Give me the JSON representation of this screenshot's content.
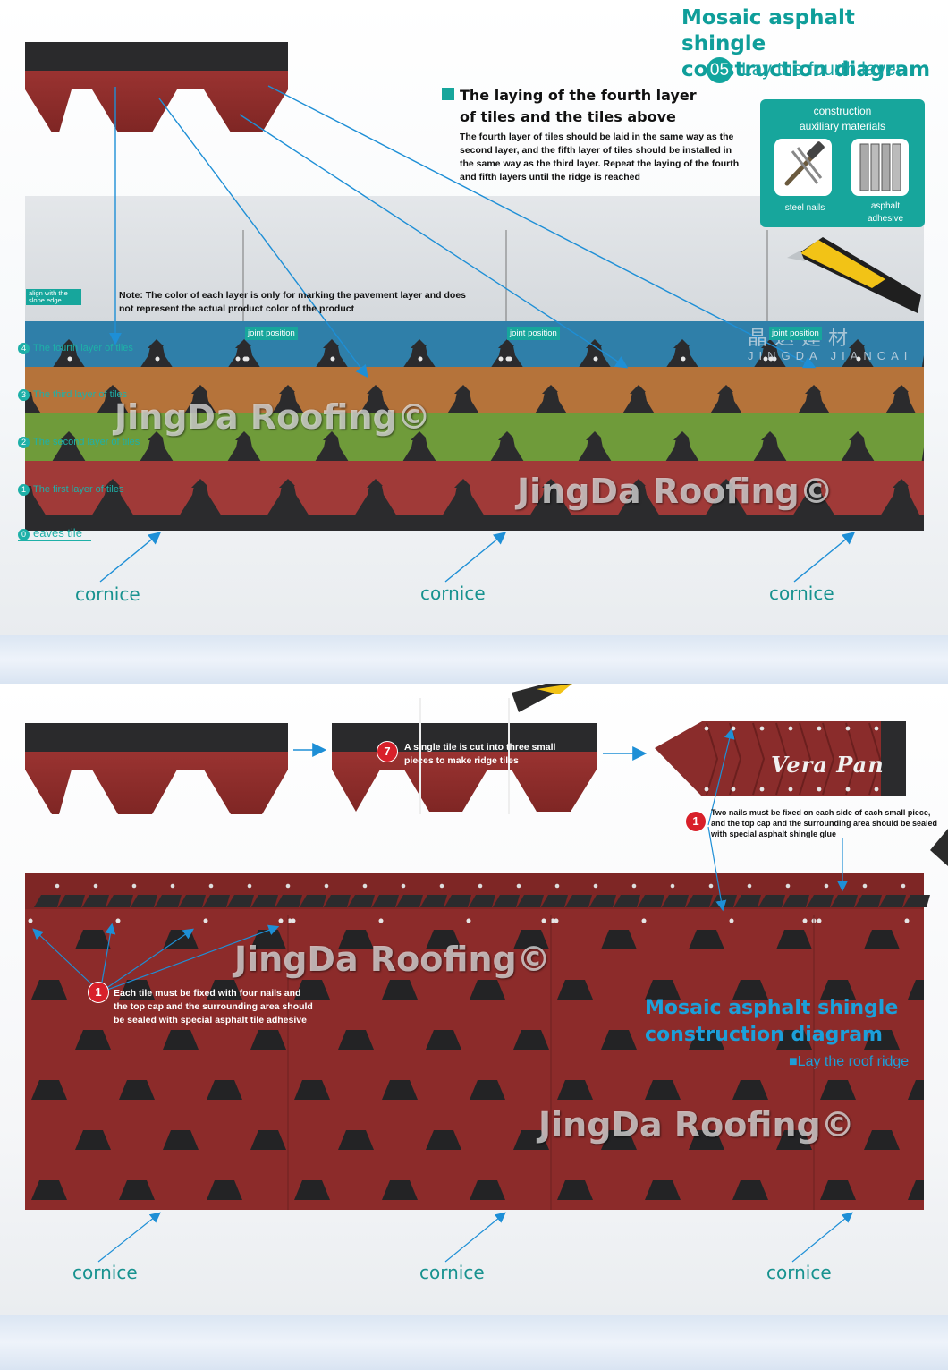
{
  "panel1": {
    "title_line1": "Mosaic asphalt shingle",
    "title_line2": "construction diagram",
    "step_number": "05",
    "step_label": "Lay the fourth layer",
    "section_title_line1": "The laying of the fourth layer",
    "section_title_line2": "of tiles and the tiles above",
    "section_desc": [
      "The fourth layer of tiles should be laid in the same way as the",
      "second layer, and the fifth layer of tiles should be installed in",
      "the same way as the third layer. Repeat the laying of the fourth",
      "and fifth layers until the ridge is reached"
    ],
    "aux": {
      "title_line1": "construction",
      "title_line2": "auxiliary materials",
      "items": [
        {
          "label": "steel nails",
          "icon": "hammer-nails-icon"
        },
        {
          "label_line1": "asphalt",
          "label_line2": "adhesive",
          "icon": "adhesive-tubes-icon"
        }
      ]
    },
    "align_tag_line1": "align with the",
    "align_tag_line2": "slope edge",
    "note_line1": "Note: The color of each layer is only for marking the pavement layer and does",
    "note_line2": "not represent the actual product color of the product",
    "joint_tags": [
      "joint position",
      "joint position",
      "joint position"
    ],
    "layers": [
      {
        "num": "4",
        "label": "The fourth layer of tiles",
        "color": "#2f7fa9"
      },
      {
        "num": "3",
        "label": "The third layer of tiles",
        "color": "#b5733a"
      },
      {
        "num": "2",
        "label": "The second layer of tiles",
        "color": "#6f9b3a"
      },
      {
        "num": "1",
        "label": "The first layer of tiles",
        "color": "#a03a38"
      },
      {
        "num": "0",
        "label": "eaves tile",
        "color": "#3b3b3b"
      }
    ],
    "watermarks": [
      "JingDa Roofing©",
      "JingDa Roofing©"
    ],
    "brand_cn": "晶达建材",
    "brand_en": "JINGDA  JIANCAI",
    "cornice_labels": [
      "cornice",
      "cornice",
      "cornice"
    ]
  },
  "panel2": {
    "step7_badge": "7",
    "step7_text_line1": "A single tile is cut into three small",
    "step7_text_line2": "pieces to make ridge tiles",
    "vera_text": "Vera Pan",
    "ridge_badge": "1",
    "ridge_note_line1": "Two nails must be fixed on each side of each small piece,",
    "ridge_note_line2": "and the top cap and the surrounding area should be sealed",
    "ridge_note_line3": "with special asphalt shingle glue",
    "nail_badge": "1",
    "nail_note_line1": "Each tile must be fixed with four nails and",
    "nail_note_line2": "the top cap and the surrounding area should",
    "nail_note_line3": "be sealed with special asphalt tile adhesive",
    "watermarks": [
      "JingDa Roofing©",
      "JingDa Roofing©"
    ],
    "title_line1": "Mosaic asphalt shingle",
    "title_line2": "construction diagram",
    "subtitle": "■Lay the roof ridge",
    "cornice_labels": [
      "cornice",
      "cornice",
      "cornice"
    ]
  },
  "colors": {
    "teal": "#17a69c",
    "shingle_red": "#8c2b2a",
    "shingle_dark": "#2b2b2d",
    "arrow_blue": "#1e8fd6"
  }
}
